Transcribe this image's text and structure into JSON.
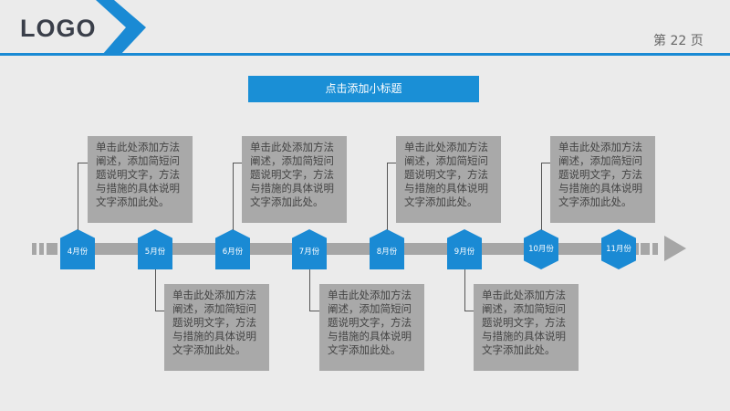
{
  "header": {
    "logo": "LOGO",
    "page_label": "第 22 页"
  },
  "title": "点击添加小标题",
  "colors": {
    "accent": "#1a8ad4",
    "box": "#a9a9a9",
    "bar": "#a6a6a6"
  },
  "timeline": {
    "markers": [
      "4月份",
      "5月份",
      "6月份",
      "7月份",
      "8月份",
      "9月份",
      "10月份",
      "11月份"
    ],
    "notes": [
      {
        "month": "4月份",
        "position": "top",
        "text": "单击此处添加方法阐述，添加简短问题说明文字，方法与措施的具体说明文字添加此处。"
      },
      {
        "month": "5月份",
        "position": "bottom",
        "text": "单击此处添加方法阐述，添加简短问题说明文字，方法与措施的具体说明文字添加此处。"
      },
      {
        "month": "6月份",
        "position": "top",
        "text": "单击此处添加方法阐述，添加简短问题说明文字，方法与措施的具体说明文字添加此处。"
      },
      {
        "month": "7月份",
        "position": "bottom",
        "text": "单击此处添加方法阐述，添加简短问题说明文字，方法与措施的具体说明文字添加此处。"
      },
      {
        "month": "8月份",
        "position": "top",
        "text": "单击此处添加方法阐述，添加简短问题说明文字，方法与措施的具体说明文字添加此处。"
      },
      {
        "month": "9月份",
        "position": "bottom",
        "text": "单击此处添加方法阐述，添加简短问题说明文字，方法与措施的具体说明文字添加此处。"
      },
      {
        "month": "10月份",
        "position": "top",
        "text": "单击此处添加方法阐述，添加简短问题说明文字，方法与措施的具体说明文字添加此处。"
      }
    ]
  }
}
